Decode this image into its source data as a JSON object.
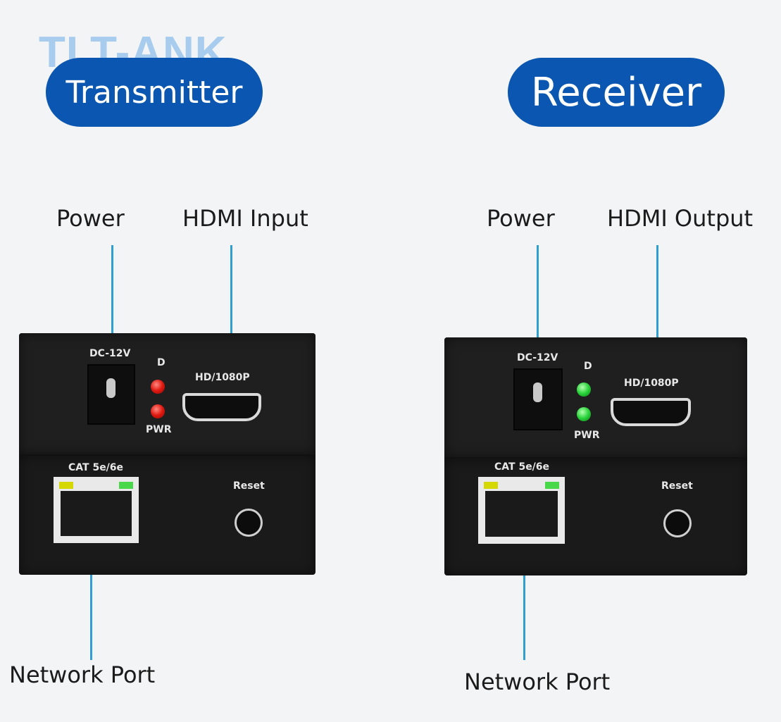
{
  "watermark": "TLT-ANK",
  "transmitter": {
    "title": "Transmitter",
    "callouts": {
      "power": "Power",
      "hdmi": "HDMI Input",
      "network": "Network Port"
    },
    "silk": {
      "dc": "DC-12V",
      "d": "D",
      "pwr": "PWR",
      "hdmi": "HD/1080P",
      "cat": "CAT 5e/6e",
      "reset": "Reset"
    },
    "led_color": "red"
  },
  "receiver": {
    "title": "Receiver",
    "callouts": {
      "power": "Power",
      "hdmi": "HDMI Output",
      "network": "Network Port"
    },
    "silk": {
      "dc": "DC-12V",
      "d": "D",
      "pwr": "PWR",
      "hdmi": "HD/1080P",
      "cat": "CAT 5e/6e",
      "reset": "Reset"
    },
    "led_color": "green"
  },
  "colors": {
    "pill": "#0a56b0",
    "callout_line": "#2f9fd3",
    "led_red": "#e01810",
    "led_green": "#29d33a"
  }
}
